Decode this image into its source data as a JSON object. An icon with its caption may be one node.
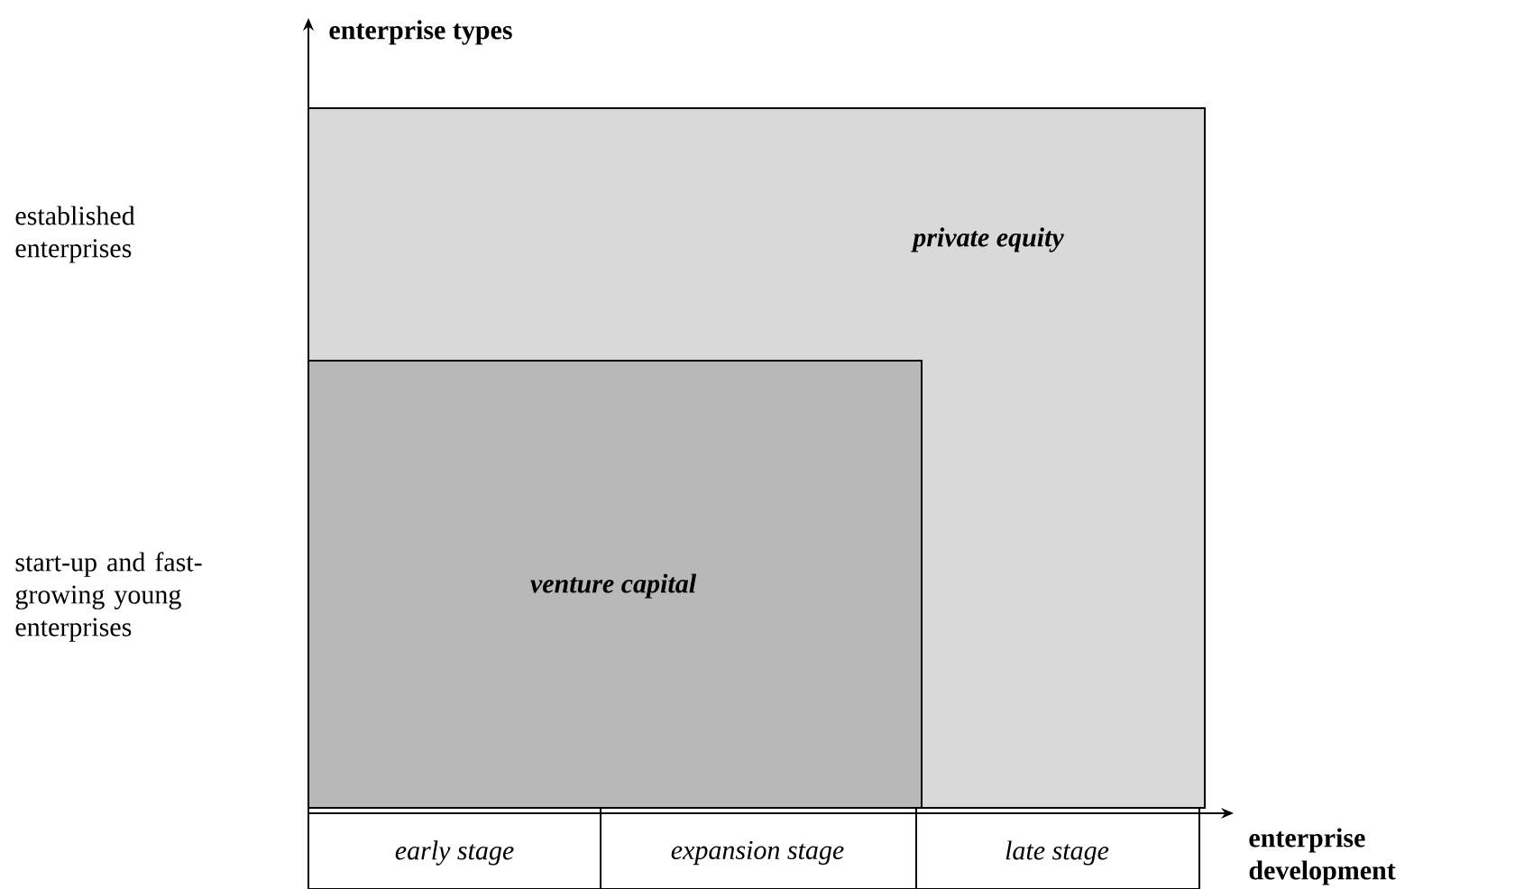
{
  "diagram": {
    "nodes": [
      {
        "text": [
          "private equity"
        ]
      },
      {
        "text": [
          "venture capital"
        ],
        "in": 0
      },
      {
        "text": [
          "early stage"
        ]
      },
      {
        "text": [
          "expansion stage"
        ]
      },
      {
        "text": [
          "late stage"
        ]
      }
    ],
    "labels": [
      "enterprise types",
      "established enterprises",
      "start-up and fast-growing young enterprises",
      "enterprise development"
    ]
  }
}
